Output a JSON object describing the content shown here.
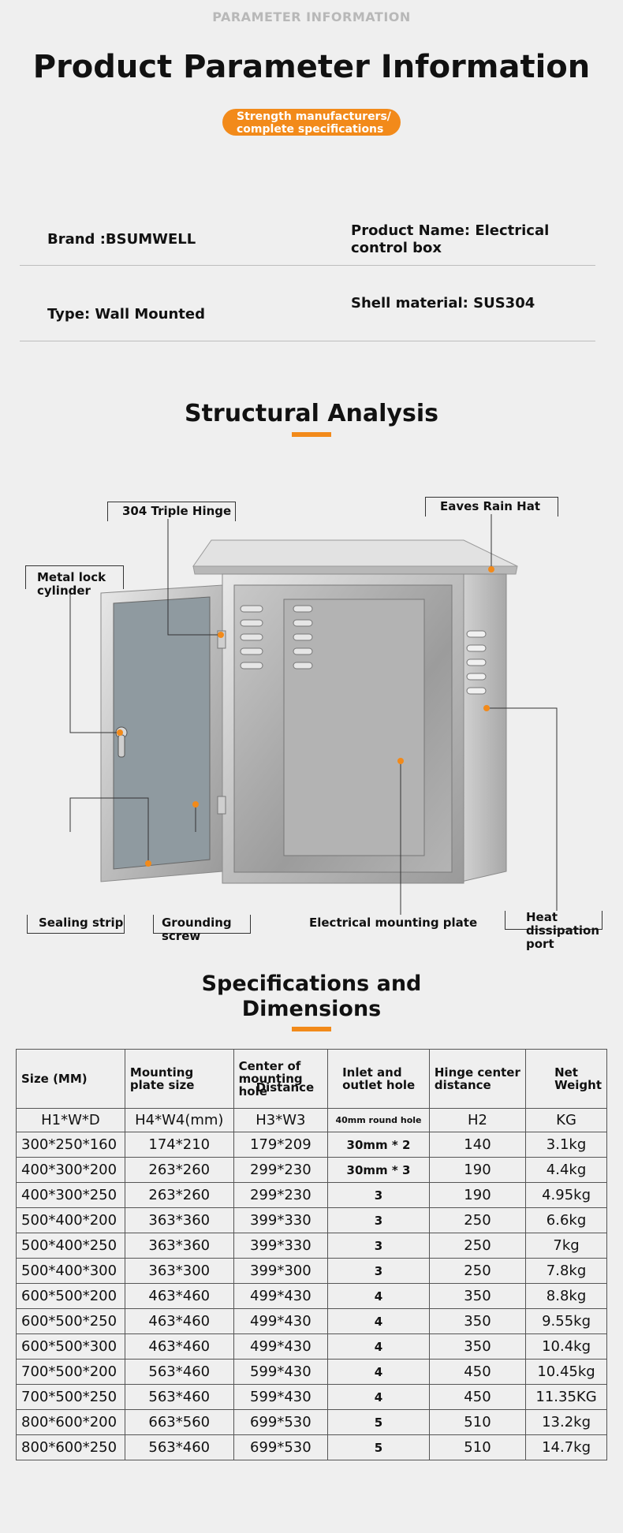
{
  "header": {
    "sub_title": "PARAMETER INFORMATION",
    "title": "Product Parameter Information",
    "badge_line1": "Strength manufacturers/",
    "badge_line2": "complete specifications"
  },
  "params": {
    "brand": "Brand :BSUMWELL",
    "product_name": "Product Name: Electrical control box",
    "type": "Type: Wall Mounted",
    "shell_material": "Shell material: SUS304"
  },
  "structural": {
    "title": "Structural Analysis",
    "callouts": {
      "hinge": "304 Triple Hinge",
      "eaves": "Eaves Rain Hat",
      "lock": "Metal lock cylinder",
      "sealing": "Sealing strip",
      "grounding": "Grounding screw",
      "mounting_plate": "Electrical mounting plate",
      "heat": "Heat dissipation port"
    },
    "colors": {
      "accent": "#f28a1a",
      "steel_light": "#dcdcdc",
      "steel_dark": "#8f8f8f"
    }
  },
  "spec": {
    "title_line1": "Specifications and",
    "title_line2": "Dimensions",
    "headers": [
      "Size (MM)",
      "Mounting plate size",
      "Center of mounting hole",
      "Inlet and outlet hole",
      "Hinge center distance",
      "Net Weight"
    ],
    "header_overlay": "Distance",
    "units": [
      "H1*W*D",
      "H4*W4(mm)",
      "H3*W3",
      "40mm round hole",
      "H2",
      "KG"
    ],
    "rows": [
      [
        "300*250*160",
        "174*210",
        "179*209",
        "30mm * 2",
        "140",
        "3.1kg"
      ],
      [
        "400*300*200",
        "263*260",
        "299*230",
        "30mm * 3",
        "190",
        "4.4kg"
      ],
      [
        "400*300*250",
        "263*260",
        "299*230",
        "3",
        "190",
        "4.95kg"
      ],
      [
        "500*400*200",
        "363*360",
        "399*330",
        "3",
        "250",
        "6.6kg"
      ],
      [
        "500*400*250",
        "363*360",
        "399*330",
        "3",
        "250",
        "7kg"
      ],
      [
        "500*400*300",
        "363*300",
        "399*300",
        "3",
        "250",
        "7.8kg"
      ],
      [
        "600*500*200",
        "463*460",
        "499*430",
        "4",
        "350",
        "8.8kg"
      ],
      [
        "600*500*250",
        "463*460",
        "499*430",
        "4",
        "350",
        "9.55kg"
      ],
      [
        "600*500*300",
        "463*460",
        "499*430",
        "4",
        "350",
        "10.4kg"
      ],
      [
        "700*500*200",
        "563*460",
        "599*430",
        "4",
        "450",
        "10.45kg"
      ],
      [
        "700*500*250",
        "563*460",
        "599*430",
        "4",
        "450",
        "11.35KG"
      ],
      [
        "800*600*200",
        "663*560",
        "699*530",
        "5",
        "510",
        "13.2kg"
      ],
      [
        "800*600*250",
        "563*460",
        "699*530",
        "5",
        "510",
        "14.7kg"
      ]
    ]
  }
}
